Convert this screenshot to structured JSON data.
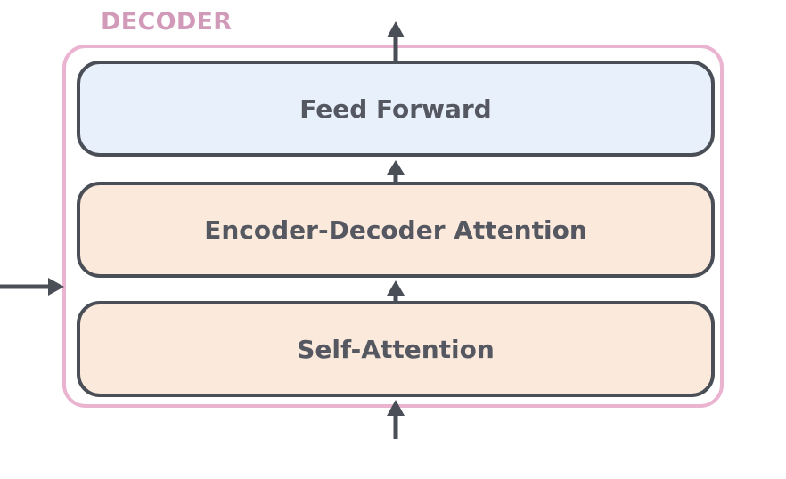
{
  "title": "DECODER",
  "layers": [
    {
      "label": "Feed Forward",
      "fill": "#e8f0fb"
    },
    {
      "label": "Encoder-Decoder Attention",
      "fill": "#fbeadb"
    },
    {
      "label": "Self-Attention",
      "fill": "#fbeadb"
    }
  ],
  "colors": {
    "frame": "#eab4d1",
    "title": "#d29ab9",
    "stroke": "#4a4e57",
    "text": "#555861"
  }
}
